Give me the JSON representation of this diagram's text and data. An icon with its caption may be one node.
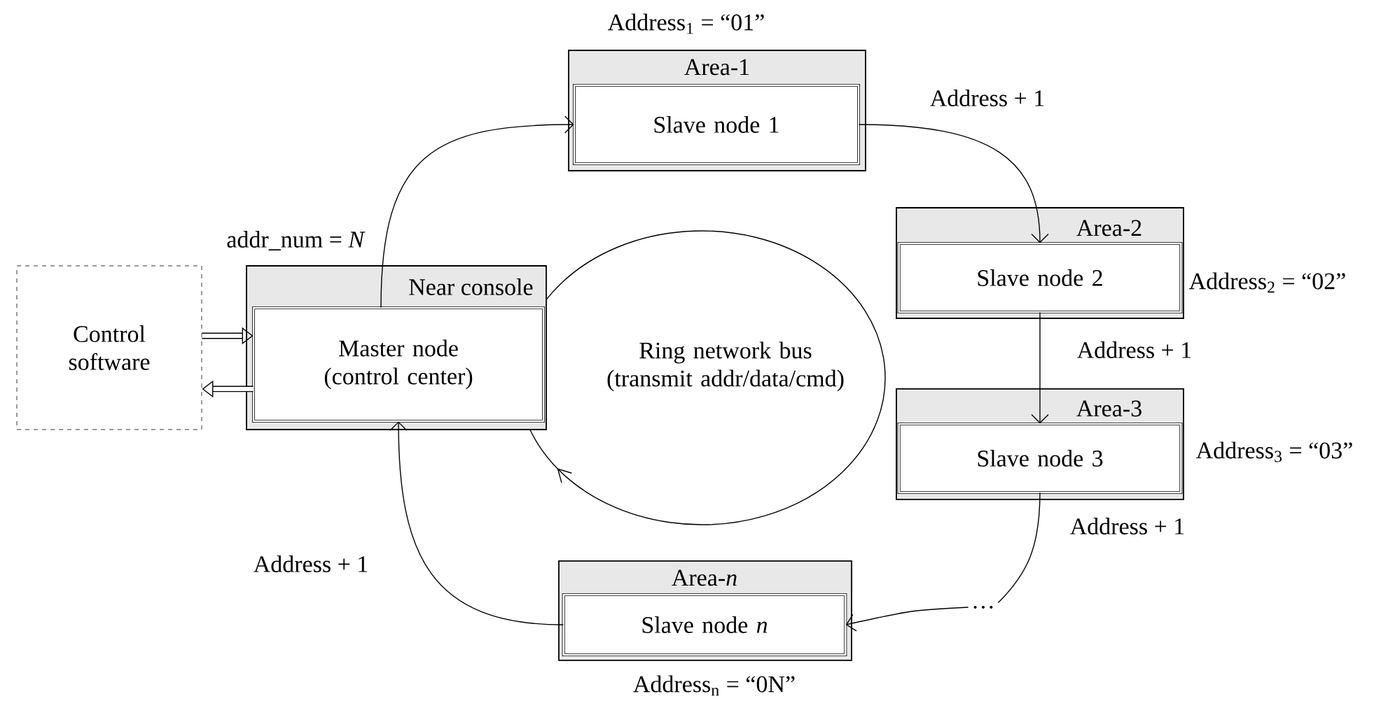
{
  "diagram": {
    "nodes": [
      {
        "text": [
          "Control software"
        ]
      },
      {
        "text": [
          "Near console"
        ]
      },
      {
        "text": [
          "Master node (control center)"
        ],
        "in": 1
      },
      {
        "text": [
          "Area-1"
        ]
      },
      {
        "text": [
          "Slave node 1"
        ],
        "in": 3,
        "beside": [
          "Address$_{1}$ = “01”"
        ]
      },
      {
        "text": [
          "Area-2"
        ]
      },
      {
        "text": [
          "Slave node 2"
        ],
        "in": 5,
        "beside": [
          "Address$_{2}$ = “02”"
        ]
      },
      {
        "text": [
          "Area-3"
        ]
      },
      {
        "text": [
          "Slave node 3"
        ],
        "in": 7,
        "beside": [
          "Address$_{3}$ = “03”"
        ]
      },
      {
        "text": [
          "…"
        ]
      },
      {
        "text": [
          "Area-*n*"
        ]
      },
      {
        "text": [
          "Slave node *n*"
        ],
        "in": 10,
        "beside": [
          "Address$_{n}$ = “0N”"
        ]
      }
    ],
    "edges": [
      {
        "from": 0,
        "to": 2,
        "arrow": "to",
        "style": "thick"
      },
      {
        "from": 2,
        "to": 0,
        "arrow": "to",
        "style": "thick"
      },
      {
        "from": 2,
        "to": 4,
        "arrow": "to"
      },
      {
        "from": 4,
        "to": 6,
        "arrow": "to",
        "label": "Address + 1"
      },
      {
        "from": 6,
        "to": 8,
        "arrow": "to",
        "label": "Address + 1"
      },
      {
        "from": 8,
        "to": 9,
        "arrow": "none",
        "label": "Address + 1"
      },
      {
        "from": 9,
        "to": 11,
        "arrow": "to"
      },
      {
        "from": 11,
        "to": 2,
        "arrow": "to",
        "label": "Address + 1"
      }
    ],
    "labels": [
      "addr_num = *N*",
      "Ring network bus (transmit addr/data/cmd)"
    ]
  }
}
